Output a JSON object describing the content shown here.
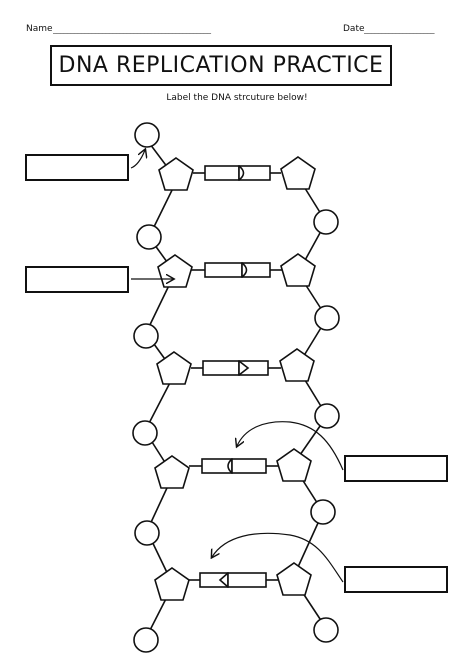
{
  "header": {
    "name_label": "Name",
    "name_line": "_____________________________________________",
    "date_label": "Date",
    "date_line": "____________________"
  },
  "title": "DNA REPLICATION PRACTICE",
  "instruction": "Label the DNA strcuture below!",
  "answer_boxes": [
    {
      "id": "box-1",
      "value": ""
    },
    {
      "id": "box-2",
      "value": ""
    },
    {
      "id": "box-3",
      "value": ""
    },
    {
      "id": "box-4",
      "value": ""
    }
  ]
}
